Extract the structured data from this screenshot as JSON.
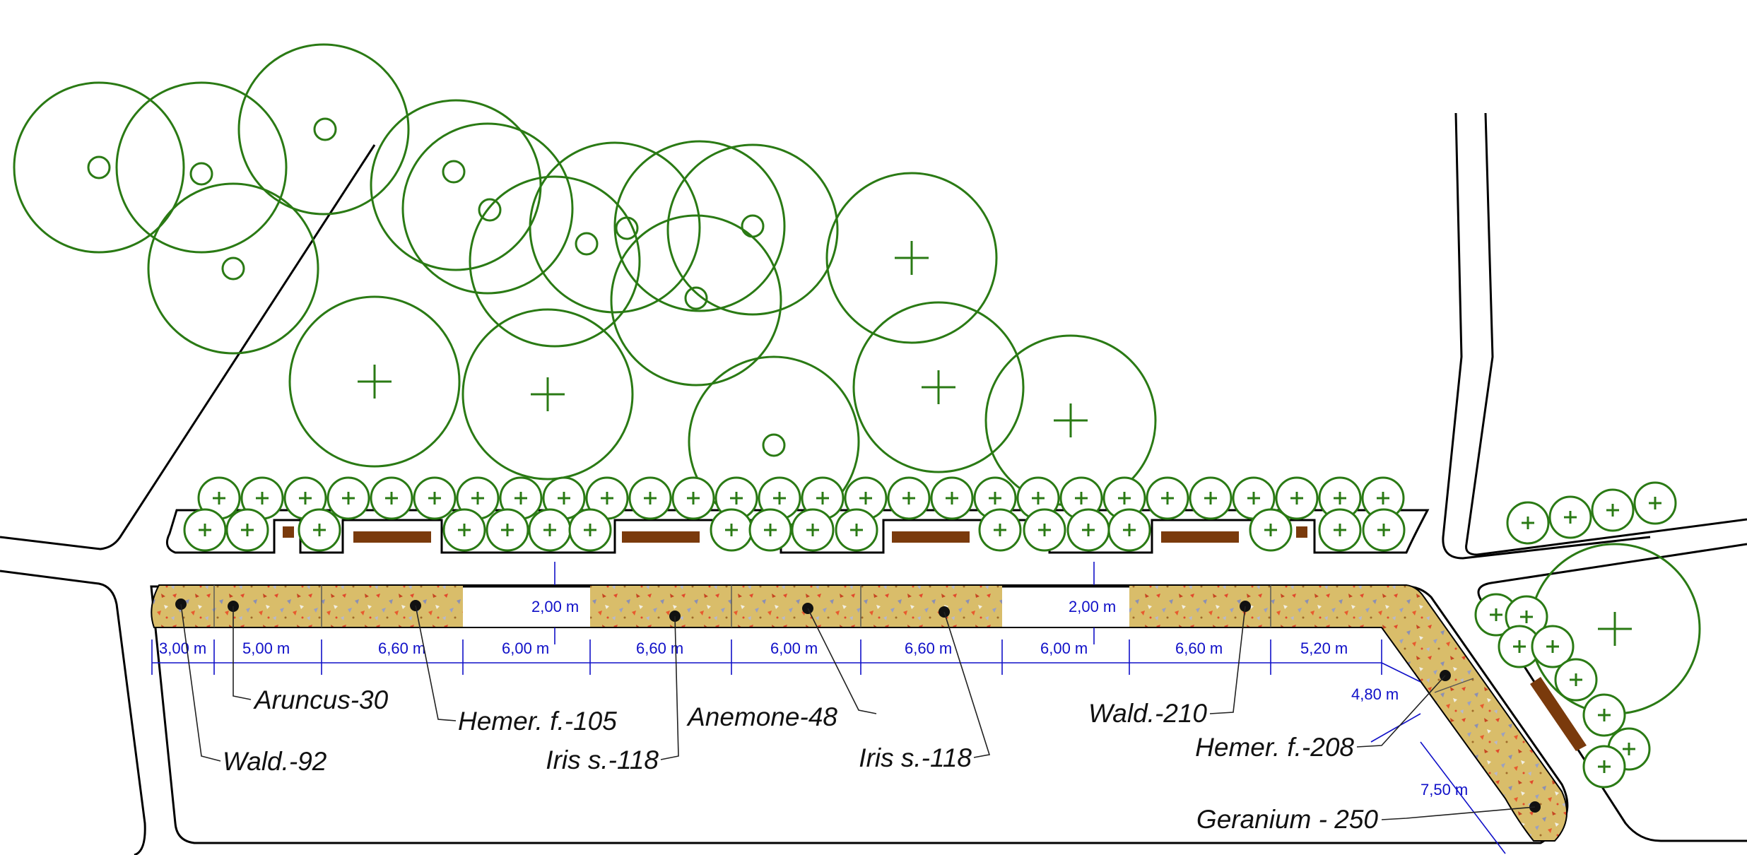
{
  "colors": {
    "tree_stroke": "#2a7a14",
    "bed_fill": "#d9bd6a",
    "dimension": "#1010c8",
    "bench": "#7a3a0c",
    "outline": "#000000"
  },
  "dimensions": [
    "3,00 m",
    "5,00 m",
    "6,60 m",
    "6,00 m",
    "6,60 m",
    "6,00 m",
    "6,60 m",
    "6,00 m",
    "6,60 m",
    "5,20 m",
    "2,00 m",
    "2,00 m",
    "4,80 m",
    "7,50 m"
  ],
  "plant_labels": [
    {
      "text": "Aruncus-30"
    },
    {
      "text": "Wald.-92"
    },
    {
      "text": "Hemer. f.-105"
    },
    {
      "text": "Iris s.-118"
    },
    {
      "text": "Anemone-48"
    },
    {
      "text": "Iris s.-118"
    },
    {
      "text": "Wald.-210"
    },
    {
      "text": "Hemer. f.-208"
    },
    {
      "text": "Geranium - 250"
    }
  ],
  "icons": [
    "tree-canopy-icon",
    "shrub-icon",
    "bench-icon",
    "plant-marker-icon"
  ]
}
